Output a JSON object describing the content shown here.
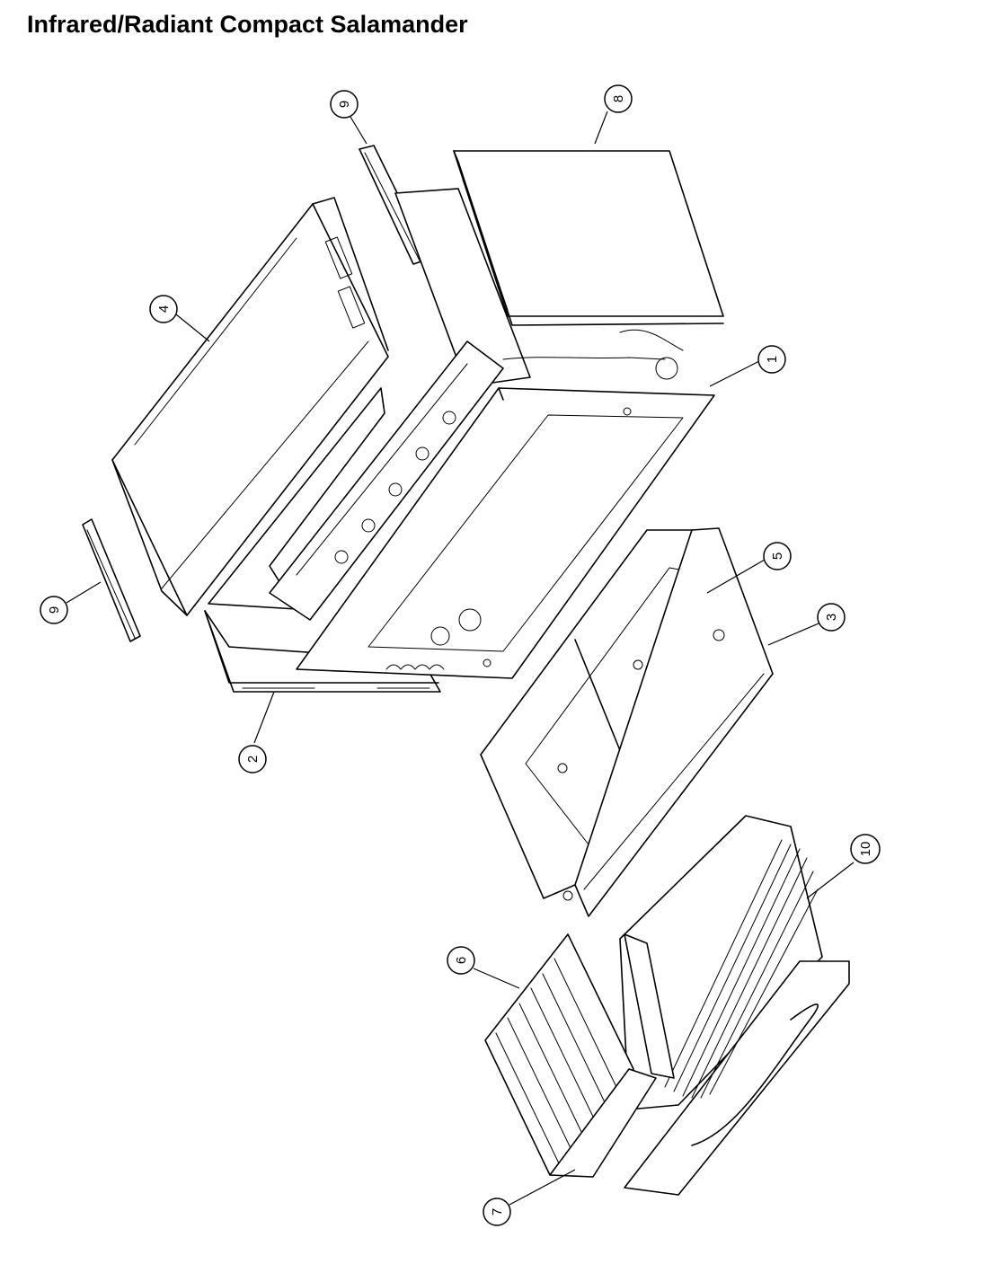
{
  "title": "Infrared/Radiant Compact Salamander",
  "callouts": [
    {
      "label": "1"
    },
    {
      "label": "2"
    },
    {
      "label": "3"
    },
    {
      "label": "4"
    },
    {
      "label": "5"
    },
    {
      "label": "6"
    },
    {
      "label": "7"
    },
    {
      "label": "8"
    },
    {
      "label": "9"
    },
    {
      "label": "9"
    },
    {
      "label": "10"
    }
  ]
}
